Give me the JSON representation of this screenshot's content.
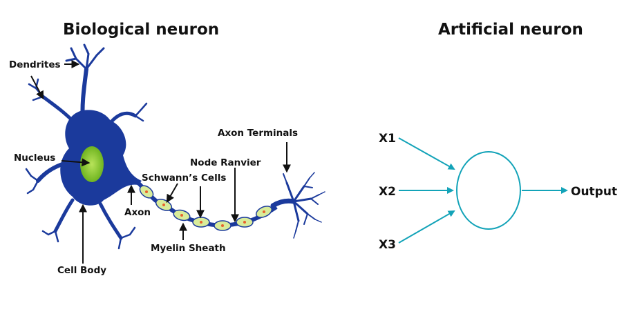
{
  "titles": {
    "biological": "Biological neuron",
    "artificial": "Artificial neuron"
  },
  "biological_labels": {
    "dendrites": "Dendrites",
    "nucleus": "Nucleus",
    "cell_body": "Cell Body",
    "axon": "Axon",
    "schwann": "Schwann’s Cells",
    "myelin": "Myelin Sheath",
    "node_ranvier": "Node Ranvier",
    "axon_terminals": "Axon Terminals"
  },
  "artificial_labels": {
    "inputs": [
      "X1",
      "X2",
      "X3"
    ],
    "output": "Output"
  },
  "colors": {
    "neuron_body": "#1b3a9c",
    "nucleus": "#8fcf2c",
    "myelin": "#d9ec9a",
    "artificial_line": "#13a3b8",
    "arrow": "#111111"
  }
}
